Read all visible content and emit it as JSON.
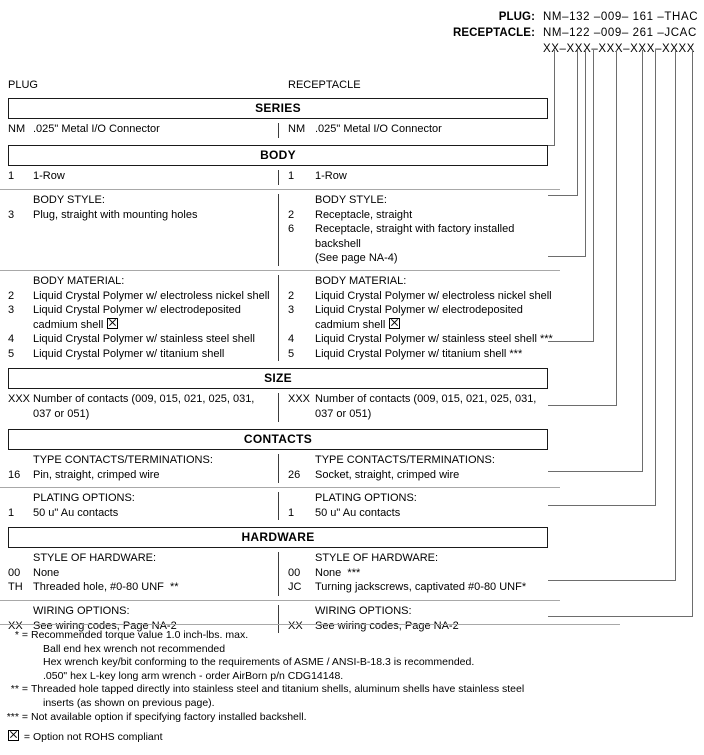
{
  "part_number_header": {
    "rows": [
      {
        "label": "PLUG:",
        "value": "NM–132 –009– 161 –THAC"
      },
      {
        "label": "RECEPTACLE:",
        "value": "NM–122 –009– 261 –JCAC"
      },
      {
        "label": "",
        "value": "XX–XXX–XXX–XXX–XXXX"
      }
    ]
  },
  "columns": {
    "left_header": "PLUG",
    "right_header": "RECEPTACLE"
  },
  "sections": [
    {
      "title": "SERIES",
      "groups": [
        {
          "left": {
            "label": "",
            "options": [
              {
                "code": "NM",
                "text": ".025\" Metal I/O Connector"
              }
            ]
          },
          "right": {
            "label": "",
            "options": [
              {
                "code": "NM",
                "text": ".025\" Metal I/O Connector"
              }
            ]
          }
        }
      ]
    },
    {
      "title": "BODY",
      "groups": [
        {
          "left": {
            "label": "",
            "options": [
              {
                "code": "1",
                "text": "1-Row"
              }
            ]
          },
          "right": {
            "label": "",
            "options": [
              {
                "code": "1",
                "text": "1-Row"
              }
            ]
          }
        },
        {
          "left": {
            "label": "BODY STYLE:",
            "options": [
              {
                "code": "3",
                "text": "Plug, straight with mounting holes"
              }
            ]
          },
          "right": {
            "label": "BODY STYLE:",
            "options": [
              {
                "code": "2",
                "text": "Receptacle, straight"
              },
              {
                "code": "6",
                "text": "Receptacle, straight with factory installed backshell\n(See page NA-4)"
              }
            ]
          }
        },
        {
          "left": {
            "label": "BODY MATERIAL:",
            "options": [
              {
                "code": "2",
                "text": "Liquid Crystal Polymer w/ electroless nickel shell"
              },
              {
                "code": "3",
                "text": "Liquid Crystal Polymer w/ electrodeposited\ncadmium shell",
                "rohs": true
              },
              {
                "code": "4",
                "text": "Liquid Crystal Polymer w/ stainless steel shell"
              },
              {
                "code": "5",
                "text": "Liquid Crystal Polymer w/ titanium shell"
              }
            ]
          },
          "right": {
            "label": "BODY MATERIAL:",
            "options": [
              {
                "code": "2",
                "text": "Liquid Crystal Polymer w/ electroless nickel shell"
              },
              {
                "code": "3",
                "text": "Liquid Crystal Polymer w/ electrodeposited\ncadmium shell",
                "rohs": true
              },
              {
                "code": "4",
                "text": "Liquid Crystal Polymer w/ stainless steel shell ***"
              },
              {
                "code": "5",
                "text": "Liquid Crystal Polymer w/ titanium shell ***"
              }
            ]
          }
        }
      ]
    },
    {
      "title": "SIZE",
      "groups": [
        {
          "left": {
            "label": "",
            "options": [
              {
                "code": "XXX",
                "text": "Number of contacts (009, 015, 021, 025, 031,\n037 or 051)"
              }
            ]
          },
          "right": {
            "label": "",
            "options": [
              {
                "code": "XXX",
                "text": "Number of contacts (009, 015, 021, 025, 031,\n037 or 051)"
              }
            ]
          }
        }
      ]
    },
    {
      "title": "CONTACTS",
      "groups": [
        {
          "left": {
            "label": "TYPE CONTACTS/TERMINATIONS:",
            "options": [
              {
                "code": "16",
                "text": "Pin, straight, crimped wire"
              }
            ]
          },
          "right": {
            "label": "TYPE CONTACTS/TERMINATIONS:",
            "options": [
              {
                "code": "26",
                "text": "Socket, straight, crimped wire"
              }
            ]
          }
        },
        {
          "left": {
            "label": "PLATING OPTIONS:",
            "options": [
              {
                "code": "1",
                "text": "50 u\" Au contacts"
              }
            ]
          },
          "right": {
            "label": "PLATING OPTIONS:",
            "options": [
              {
                "code": "1",
                "text": "50 u\" Au contacts"
              }
            ]
          }
        }
      ]
    },
    {
      "title": "HARDWARE",
      "groups": [
        {
          "left": {
            "label": "STYLE OF HARDWARE:",
            "options": [
              {
                "code": "00",
                "text": "None"
              },
              {
                "code": "TH",
                "text": "Threaded hole, #0-80 UNF  **"
              }
            ]
          },
          "right": {
            "label": "STYLE OF HARDWARE:",
            "options": [
              {
                "code": "00",
                "text": "None  ***"
              },
              {
                "code": "JC",
                "text": "Turning jackscrews, captivated #0-80 UNF*"
              }
            ]
          }
        },
        {
          "left": {
            "label": "WIRING OPTIONS:",
            "options": [
              {
                "code": "XX",
                "text": "See wiring codes, Page NA-2"
              }
            ]
          },
          "right": {
            "label": "WIRING OPTIONS:",
            "options": [
              {
                "code": "XX",
                "text": "See wiring codes, Page NA-2"
              }
            ]
          }
        }
      ]
    }
  ],
  "footnotes": [
    {
      "mark": "* =",
      "lines": [
        "Recommended torque value 1.0 inch-lbs. max.",
        "Ball end hex wrench not recommended",
        "Hex wrench key/bit conforming to the requirements of ASME / ANSI-B-18.3 is recommended.",
        ".050\" hex L-key long arm wrench - order AirBorn p/n CDG14148."
      ]
    },
    {
      "mark": "** =",
      "lines": [
        "Threaded hole tapped directly into stainless steel and titanium shells, aluminum shells have stainless steel",
        "inserts (as shown on previous page)."
      ]
    },
    {
      "mark": "*** =",
      "lines": [
        "Not available option if specifying factory installed backshell."
      ]
    }
  ],
  "rohs_note": {
    "text": "= Option not ROHS compliant"
  }
}
